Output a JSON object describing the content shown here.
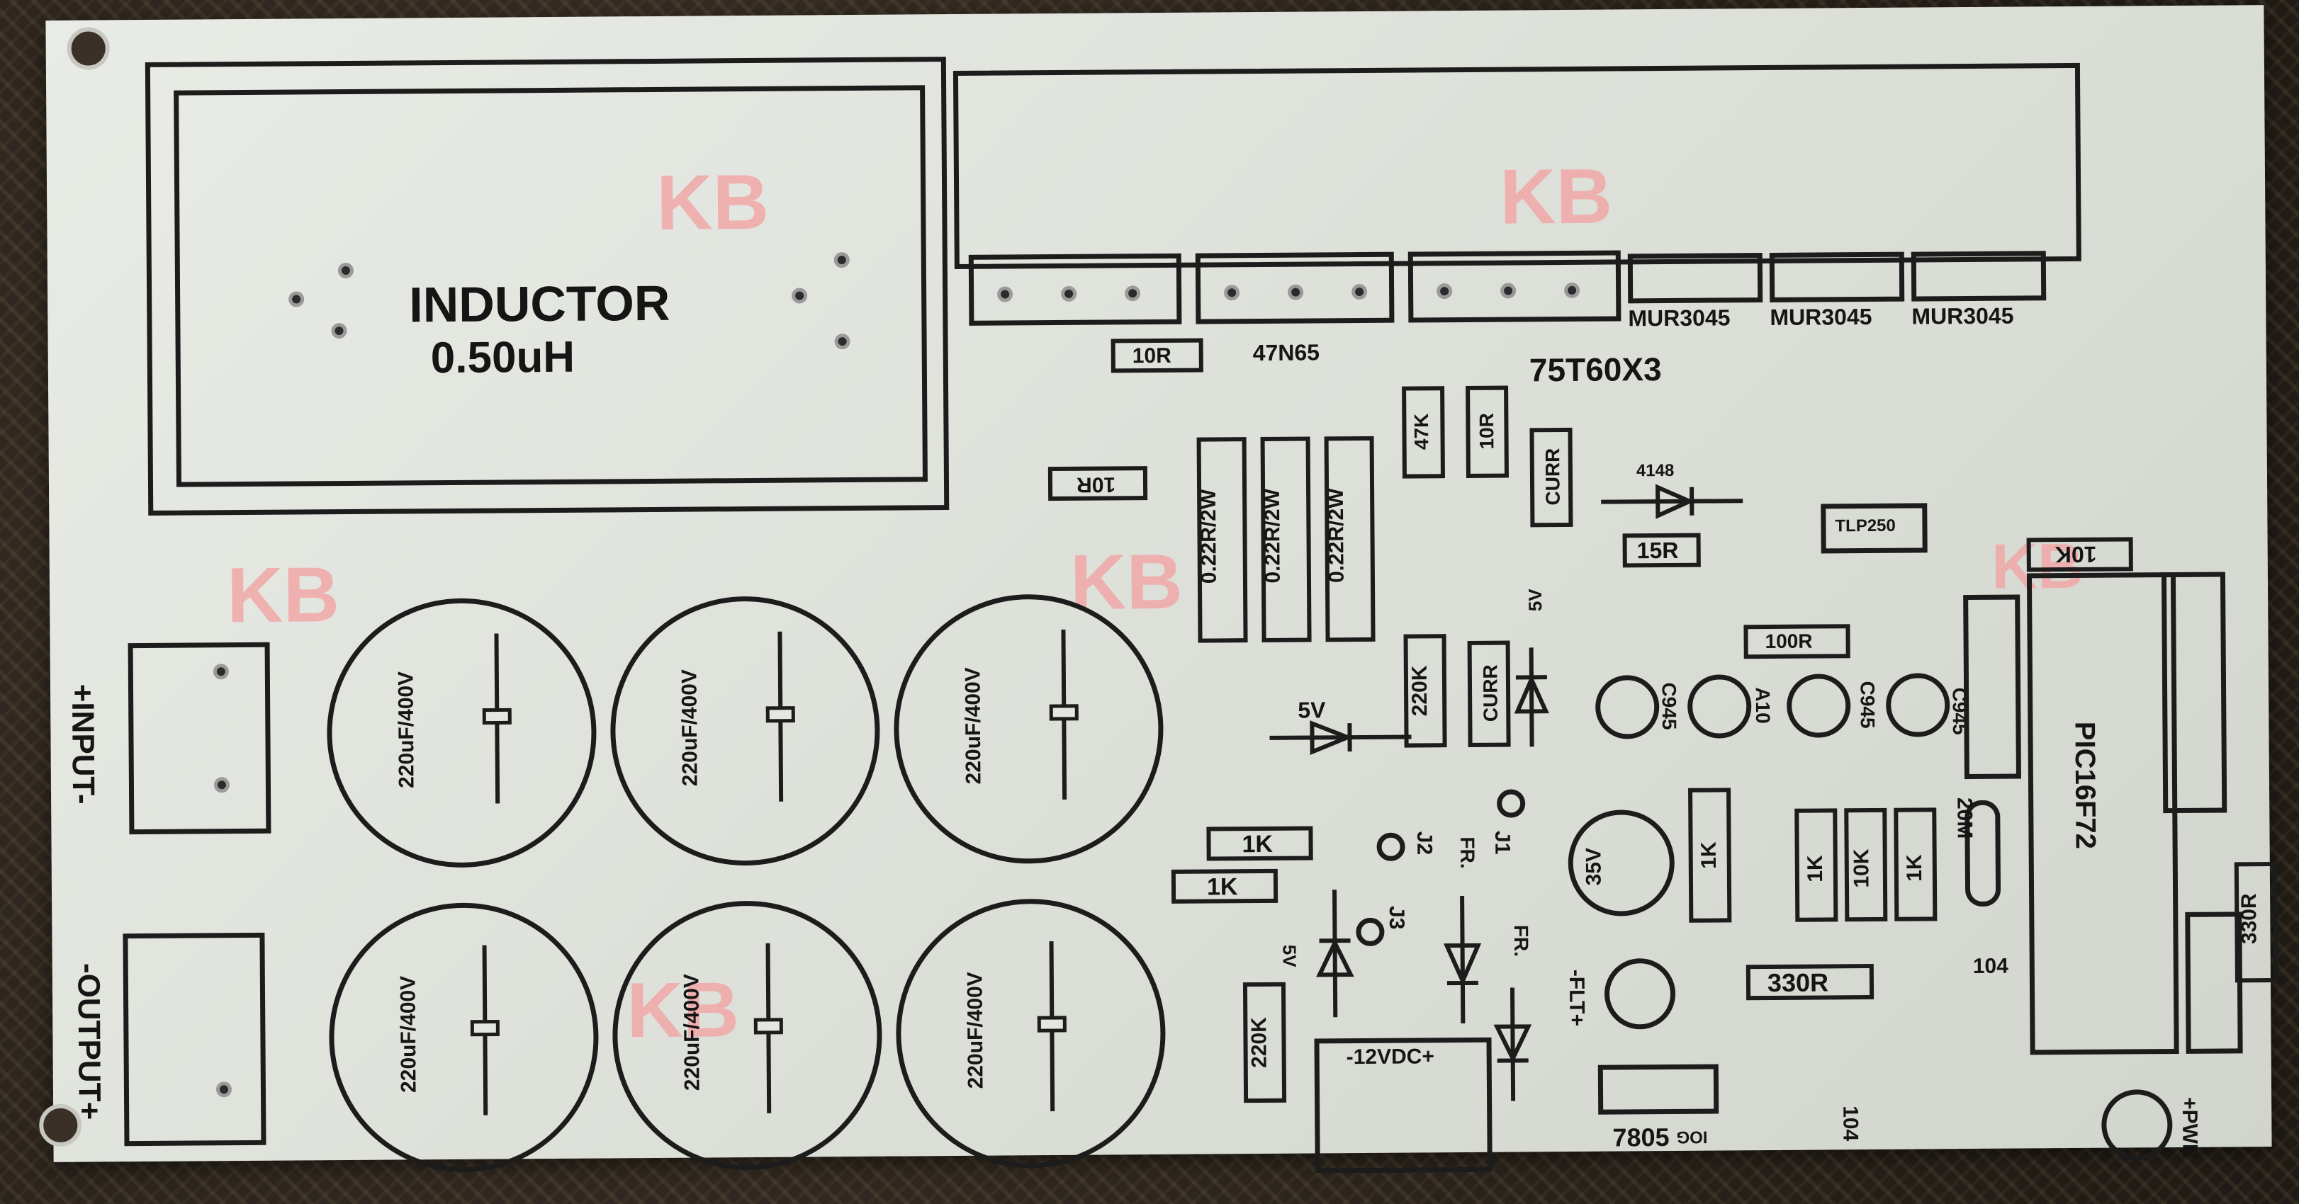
{
  "pcb": {
    "inductor": {
      "title": "INDUCTOR",
      "value": "0.50uH"
    },
    "module_logo": "KB",
    "transistor_labels": {
      "driver": "47N65",
      "igbt": "75T60X3"
    },
    "diodes": [
      "MUR3045",
      "MUR3045",
      "MUR3045"
    ],
    "resistors": {
      "r10r_top": "10R",
      "r10r_mid": "10R",
      "r47k": "47K",
      "r10r_v": "10R",
      "shunt1": "0.22R/2W",
      "shunt2": "0.22R/2W",
      "shunt3": "0.22R/2W",
      "curr_top": "CURR",
      "curr_mid": "CURR",
      "r15r": "15R",
      "r100r": "100R",
      "r10k_top": "10K",
      "r220k_mid": "220K",
      "r220k_low": "220K",
      "r1k_a": "1K",
      "r1k_b": "1K",
      "r1k_c": "1K",
      "r1k_d": "1K",
      "r10k_low": "10K",
      "r1k_e": "1K",
      "r330r_low": "330R",
      "r330r_right": "330R"
    },
    "diode_4148": "4148",
    "optocoupler": "TLP250",
    "transistors": [
      "C945",
      "A10",
      "C945",
      "C945"
    ],
    "zener_labels": [
      "5V",
      "5V",
      "5V"
    ],
    "jumpers": [
      "J1",
      "J2",
      "J3"
    ],
    "fr_labels": [
      "FR.",
      "FR."
    ],
    "cap_label": "35V",
    "flt_label": "-FLT+",
    "regulator": "7805",
    "regulator_pins": "IOG",
    "dc_input": "-12VDC+",
    "crystal": "20M",
    "mcu": "PIC16F72",
    "cap104": [
      "104",
      "104"
    ],
    "power_led": "+PWR",
    "input_label": "+INPUT-",
    "output_label": "-OUTPUT+",
    "bulk_caps": [
      "220uF/400V",
      "220uF/400V",
      "220uF/400V",
      "220uF/400V",
      "220uF/400V",
      "220uF/400V"
    ]
  }
}
